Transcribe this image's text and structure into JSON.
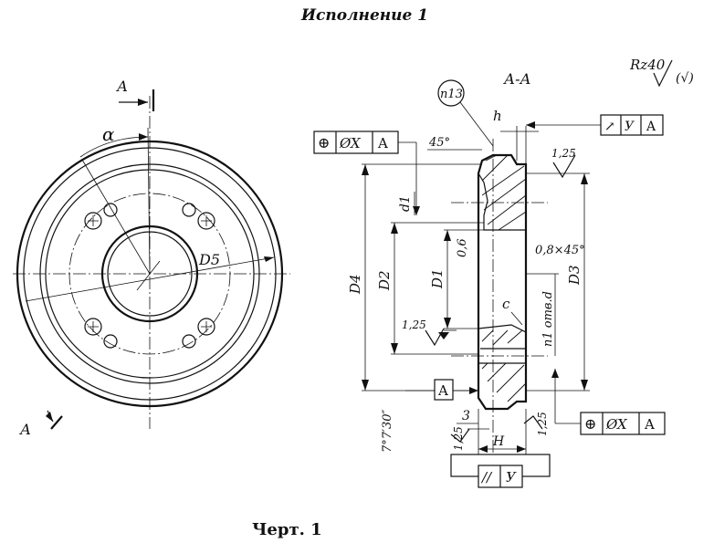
{
  "title": "Исполнение 1",
  "caption": "Черт. 1",
  "section_mark": "А-А",
  "section_letter_top": "А",
  "section_letter_bottom": "А",
  "roughness": {
    "value": "Rz40",
    "suffix": "(√)"
  },
  "note_circle": "n13",
  "labels": {
    "alpha": "α",
    "d5": "D5",
    "d4": "D4",
    "d2": "D2",
    "d1_big": "D1",
    "d3": "D3",
    "d1_small": "d1",
    "h": "h",
    "H": "H",
    "c": "c",
    "three": "3",
    "angle45": "45°",
    "v06": "0,6",
    "chamfer": "0,8×45°",
    "r125_top": "1,25",
    "r125_mid": "1,25",
    "r125_bot": "1,25",
    "r125_left": "1,25",
    "angle_taper": "7°7′30″",
    "thread": "n1 отв.d",
    "datum_A": "A"
  },
  "frames": {
    "left_top": [
      "⊕",
      "ØX",
      "A"
    ],
    "right_top": [
      "↗",
      "У",
      "A"
    ],
    "right_bottom": [
      "⊕",
      "ØX",
      "A"
    ],
    "parallel": [
      "//",
      "У"
    ]
  }
}
